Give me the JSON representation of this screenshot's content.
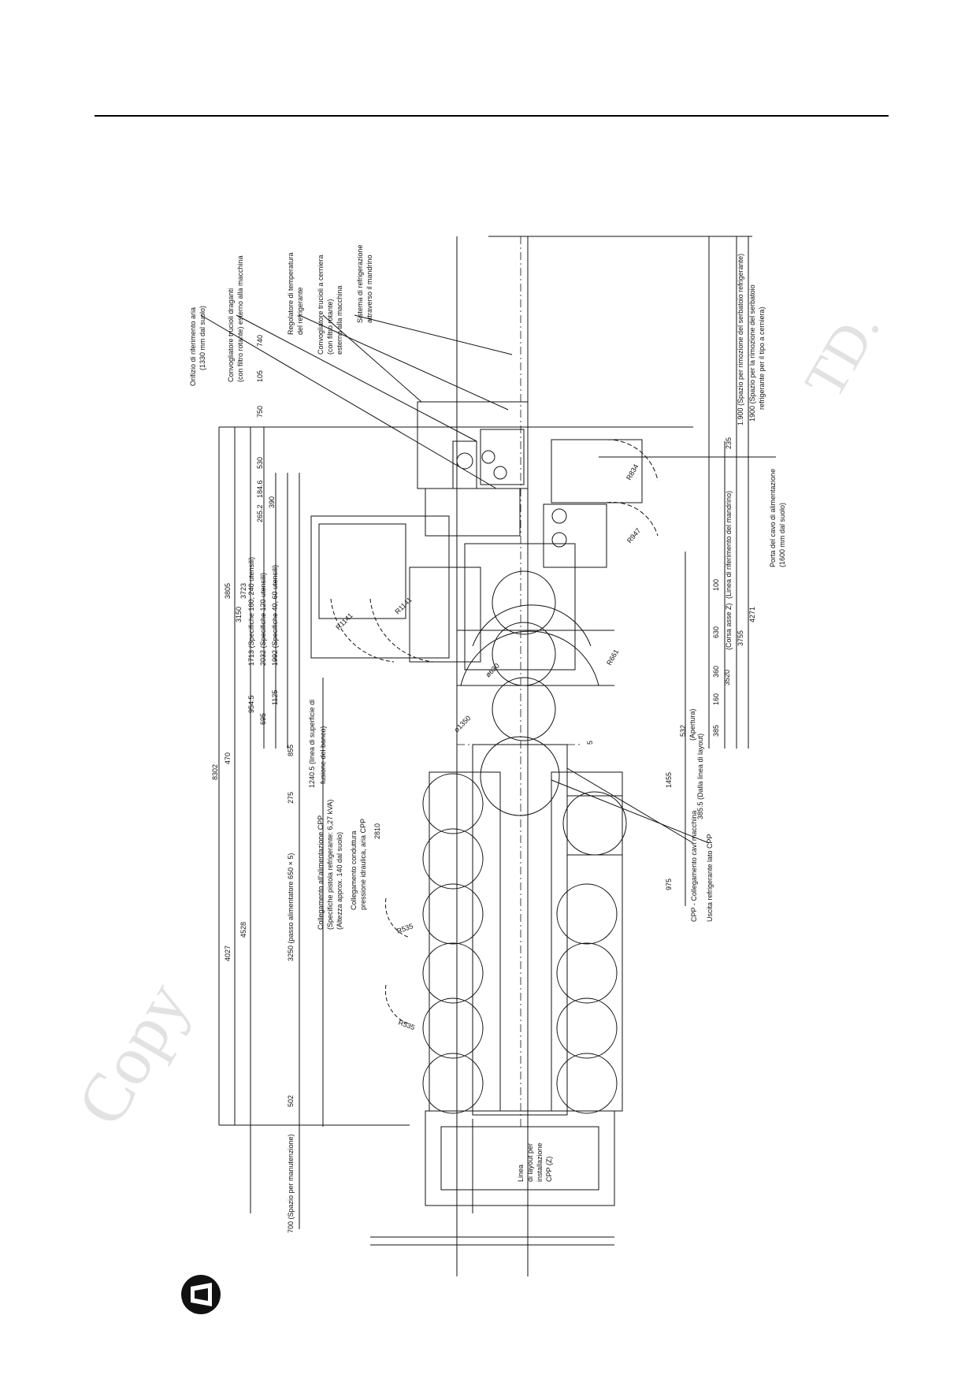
{
  "watermark": {
    "part1": "Copy",
    "part2": "TD."
  },
  "top_dims": [
    "740",
    "105",
    "750",
    "530",
    "265.2",
    "184.6",
    "390"
  ],
  "overall": {
    "dim_8302": "8302",
    "dim_470": "470",
    "dim_4027": "4027",
    "dim_4528": "4528",
    "dim_3805": "3805",
    "dim_3723": "3723",
    "dim_3150": "3150",
    "dim_1713": "1713 (Specifiche 180, 240 utensili)",
    "dim_2032": "2032 (Specifiche 120 utensili)",
    "dim_1992": "1992 (Specifiche 40, 60 utensili)",
    "dim_954": "954.5",
    "dim_695": "695",
    "dim_1125": "1125",
    "dim_855": "855",
    "dim_1240": "1240.5 (linea di superficie di",
    "dim_1240b": "fusione del banco)",
    "dim_275": "275",
    "dim_2810": "2810",
    "dim_3250": "3250 (passo alimentatore 650 × 5)",
    "dim_502": "502",
    "dim_700": "700 (Spazio per manutenzione)"
  },
  "callouts": {
    "orifizio_1": "Orifizio di riferimento aria",
    "orifizio_2": "(1330 mm dal suolo)",
    "trucioli_drag_1": "Convogliatore trucioli draganti",
    "trucioli_drag_2": "(con filtro rotante) esterno alla macchina",
    "regolatore_1": "Regolatore di temperatura",
    "regolatore_2": "del refrigerante",
    "cerniera_1": "Convogliatore trucioli a cerniera",
    "cerniera_2": "(con filtro rotante)",
    "cerniera_3": "esterno alla macchina",
    "sistema_1": "Sistema di refrigerazione",
    "sistema_2": "attraverso il mandrino",
    "cpp_alim_1": "Collegamento all'alimentazione CPP",
    "cpp_alim_2": "(Specifiche pistola refrigerante: 6,27 kVA)",
    "cpp_alim_3": "(Altezza approx. 140 dal suolo)",
    "cpp_cond_1": "Collegamento conduttura",
    "cpp_cond_2": "pressione idraulica, aria CPP",
    "linea_cpp_1": "Linea",
    "linea_cpp_2": "di layout per",
    "linea_cpp_3": "installazione",
    "linea_cpp_4": "CPP (Z)",
    "cpp_cavi": "CPP - Collegamento cavi macchina",
    "uscita": "Uscita refrigerante lato CPP",
    "porta_1": "Porta del cavo di alimentazione",
    "porta_2": "(1600 mm dal suolo)"
  },
  "right_dims": {
    "d1900a": "1.900 (Spazio per rimozione del serbatoio refrigerante)",
    "d1900b": "1900 (Spazio per la rimozione del serbatoio",
    "d1900c": "refrigerante per il tipo a cerniera)",
    "d235": "235",
    "d100": "100",
    "linea_mandrino": "(Linea di riferimento del mandrino)",
    "d630": "630",
    "corsa": "(Corsa asse Z)",
    "d360": "360",
    "d3520": "3520",
    "d3755": "3755",
    "d4271": "4271",
    "d160": "160",
    "d385": "385",
    "d532": "532",
    "apertura": "(Apertura)",
    "d5": "5",
    "d385_5": "385.5 (Dalla linea di layout)",
    "d1455": "1455",
    "d975": "975"
  },
  "radii": [
    "R834",
    "R947",
    "R1141",
    "R1141",
    "R661",
    "ø630",
    "ø1350",
    "R535",
    "R535"
  ]
}
